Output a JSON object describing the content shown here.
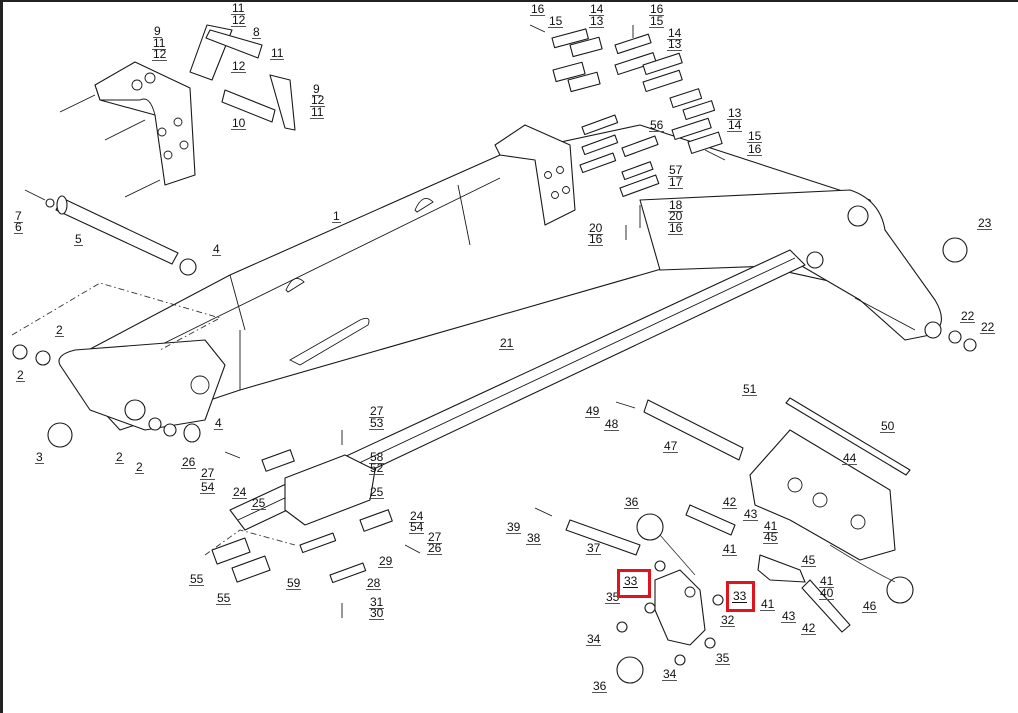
{
  "diagram": {
    "title": "Boom assembly exploded parts diagram",
    "highlight_color": "#e0141e",
    "highlighted_part": "33",
    "callouts": [
      {
        "id": "c11a",
        "label": "11"
      },
      {
        "id": "c12a",
        "label": "12"
      },
      {
        "id": "c9a",
        "label": "9"
      },
      {
        "id": "c8",
        "label": "8"
      },
      {
        "id": "c11b",
        "label": "11"
      },
      {
        "id": "c12b",
        "label": "12"
      },
      {
        "id": "c11c",
        "label": "11"
      },
      {
        "id": "c12c",
        "label": "12"
      },
      {
        "id": "c9b",
        "label": "9"
      },
      {
        "id": "c12d",
        "label": "12"
      },
      {
        "id": "c11d",
        "label": "11"
      },
      {
        "id": "c10",
        "label": "10"
      },
      {
        "id": "c7",
        "label": "7"
      },
      {
        "id": "c6",
        "label": "6"
      },
      {
        "id": "c5",
        "label": "5"
      },
      {
        "id": "c4a",
        "label": "4"
      },
      {
        "id": "c1",
        "label": "1"
      },
      {
        "id": "c16a",
        "label": "16"
      },
      {
        "id": "c15a",
        "label": "15"
      },
      {
        "id": "c14a",
        "label": "14"
      },
      {
        "id": "c13a",
        "label": "13"
      },
      {
        "id": "c16b",
        "label": "16"
      },
      {
        "id": "c15b",
        "label": "15"
      },
      {
        "id": "c14b",
        "label": "14"
      },
      {
        "id": "c13b",
        "label": "13"
      },
      {
        "id": "c56",
        "label": "56"
      },
      {
        "id": "c13c",
        "label": "13"
      },
      {
        "id": "c14c",
        "label": "14"
      },
      {
        "id": "c15c",
        "label": "15"
      },
      {
        "id": "c16c",
        "label": "16"
      },
      {
        "id": "c57",
        "label": "57"
      },
      {
        "id": "c17",
        "label": "17"
      },
      {
        "id": "c18",
        "label": "18"
      },
      {
        "id": "c20a",
        "label": "20"
      },
      {
        "id": "c16d",
        "label": "16"
      },
      {
        "id": "c20b",
        "label": "20"
      },
      {
        "id": "c16e",
        "label": "16"
      },
      {
        "id": "c23",
        "label": "23"
      },
      {
        "id": "c22a",
        "label": "22"
      },
      {
        "id": "c22b",
        "label": "22"
      },
      {
        "id": "c2a",
        "label": "2"
      },
      {
        "id": "c2b",
        "label": "2"
      },
      {
        "id": "c3",
        "label": "3"
      },
      {
        "id": "c2c",
        "label": "2"
      },
      {
        "id": "c2d",
        "label": "2"
      },
      {
        "id": "c4b",
        "label": "4"
      },
      {
        "id": "c26a",
        "label": "26"
      },
      {
        "id": "c27a",
        "label": "27"
      },
      {
        "id": "c54a",
        "label": "54"
      },
      {
        "id": "c24a",
        "label": "24"
      },
      {
        "id": "c25a",
        "label": "25"
      },
      {
        "id": "c21",
        "label": "21"
      },
      {
        "id": "c27b",
        "label": "27"
      },
      {
        "id": "c53",
        "label": "53"
      },
      {
        "id": "c58",
        "label": "58"
      },
      {
        "id": "c52",
        "label": "52"
      },
      {
        "id": "c25b",
        "label": "25"
      },
      {
        "id": "c24b",
        "label": "24"
      },
      {
        "id": "c54b",
        "label": "54"
      },
      {
        "id": "c27c",
        "label": "27"
      },
      {
        "id": "c26b",
        "label": "26"
      },
      {
        "id": "c29",
        "label": "29"
      },
      {
        "id": "c28",
        "label": "28"
      },
      {
        "id": "c59",
        "label": "59"
      },
      {
        "id": "c55a",
        "label": "55"
      },
      {
        "id": "c55b",
        "label": "55"
      },
      {
        "id": "c31",
        "label": "31"
      },
      {
        "id": "c30",
        "label": "30"
      },
      {
        "id": "c49",
        "label": "49"
      },
      {
        "id": "c48",
        "label": "48"
      },
      {
        "id": "c47",
        "label": "47"
      },
      {
        "id": "c51",
        "label": "51"
      },
      {
        "id": "c50",
        "label": "50"
      },
      {
        "id": "c44",
        "label": "44"
      },
      {
        "id": "c39",
        "label": "39"
      },
      {
        "id": "c38",
        "label": "38"
      },
      {
        "id": "c37",
        "label": "37"
      },
      {
        "id": "c36a",
        "label": "36"
      },
      {
        "id": "c42a",
        "label": "42"
      },
      {
        "id": "c43a",
        "label": "43"
      },
      {
        "id": "c41a",
        "label": "41"
      },
      {
        "id": "c45a",
        "label": "45"
      },
      {
        "id": "c41b",
        "label": "41"
      },
      {
        "id": "c45b",
        "label": "45"
      },
      {
        "id": "c33a",
        "label": "33"
      },
      {
        "id": "c35a",
        "label": "35"
      },
      {
        "id": "c33b",
        "label": "33"
      },
      {
        "id": "c32",
        "label": "32"
      },
      {
        "id": "c41c",
        "label": "41"
      },
      {
        "id": "c40",
        "label": "40"
      },
      {
        "id": "c41d",
        "label": "41"
      },
      {
        "id": "c43b",
        "label": "43"
      },
      {
        "id": "c42b",
        "label": "42"
      },
      {
        "id": "c46",
        "label": "46"
      },
      {
        "id": "c34a",
        "label": "34"
      },
      {
        "id": "c35b",
        "label": "35"
      },
      {
        "id": "c34b",
        "label": "34"
      },
      {
        "id": "c36b",
        "label": "36"
      }
    ]
  }
}
